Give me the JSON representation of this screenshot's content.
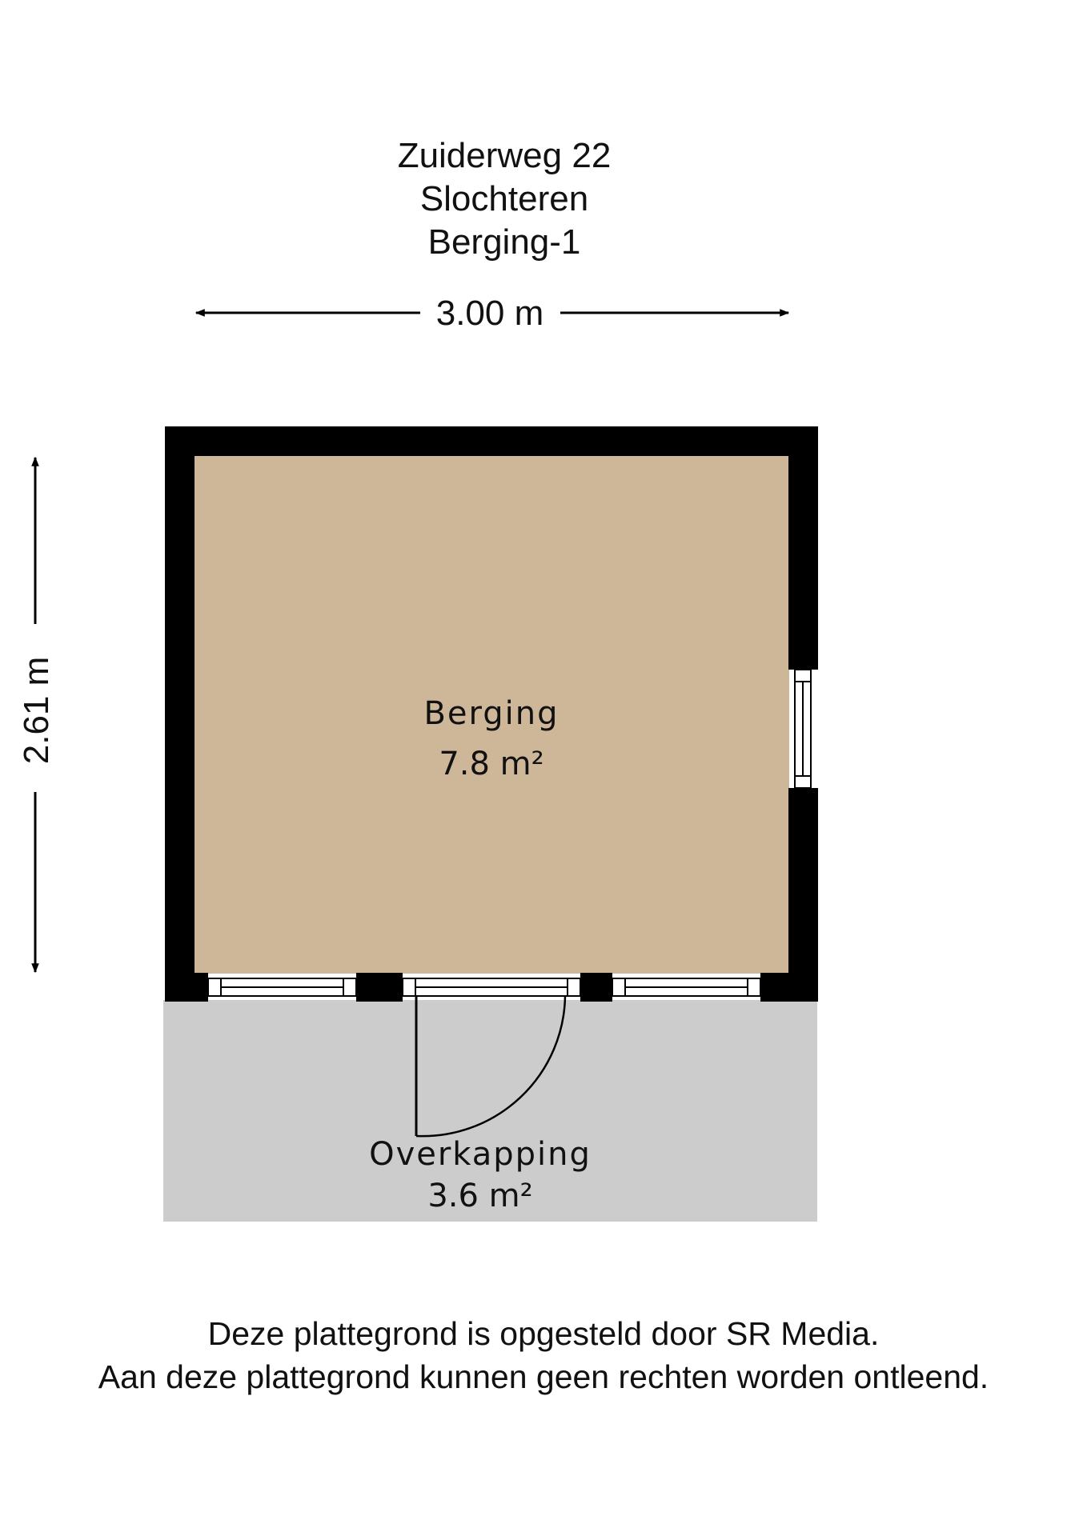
{
  "header": {
    "street": "Zuiderweg 22",
    "city": "Slochteren",
    "building": "Berging-1"
  },
  "dimensions": {
    "width": "3.00 m",
    "depth": "2.61 m"
  },
  "rooms": [
    {
      "name": "Berging",
      "area": "7.8 m²",
      "fill": "#ceb699"
    },
    {
      "name": "Overkapping",
      "area": "3.6 m²",
      "fill": "#cccccc"
    }
  ],
  "footer": {
    "line1": "Deze plattegrond is opgesteld door SR Media.",
    "line2": "Aan deze plattegrond kunnen geen rechten worden ontleend."
  },
  "colors": {
    "wall": "#000000",
    "background": "#ffffff"
  }
}
